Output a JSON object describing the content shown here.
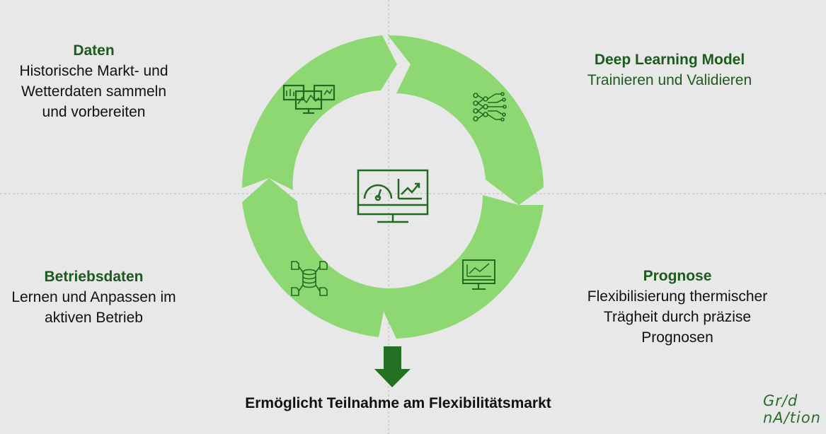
{
  "labels": {
    "daten": {
      "title": "Daten",
      "body": "Historische Markt- und\nWetterdaten sammeln\nund vorbereiten"
    },
    "deep_learning": {
      "title": "Deep Learning Model",
      "body": "Trainieren und Validieren"
    },
    "betriebsdaten": {
      "title": "Betriebsdaten",
      "body": "Lernen und Anpassen im\naktiven Betrieb"
    },
    "prognose": {
      "title": "Prognose",
      "body": "Flexibilisierung thermischer\nTrägheit durch  präzise\nPrognosen"
    }
  },
  "bottom_text": "Ermöglicht Teilnahme am Flexibilitätsmarkt",
  "logo": {
    "line1": "Gr/d",
    "line2": "nA/tion"
  },
  "colors": {
    "ring": "#8ed874",
    "icon": "#1f6b1f",
    "arrow": "#237023",
    "guide": "#b9b9b9",
    "background": "#e8e8e8"
  },
  "icons": [
    "monitors-icon",
    "neural-network-icon",
    "database-icon",
    "chart-monitor-icon",
    "dashboard-monitor-icon",
    "down-arrow-icon"
  ]
}
